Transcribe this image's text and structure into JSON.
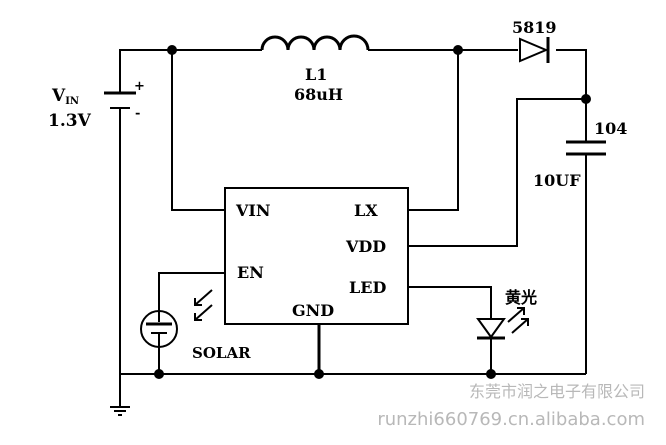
{
  "source": {
    "name": "V",
    "subscript": "IN",
    "voltage": "1.3V",
    "plus": "+",
    "minus": "-"
  },
  "inductor": {
    "ref": "L1",
    "value": "68uH"
  },
  "diode": {
    "ref": "5819"
  },
  "capacitor": {
    "code": "104",
    "value": "10UF"
  },
  "ic": {
    "pins": {
      "vin": "VIN",
      "lx": "LX",
      "en": "EN",
      "vdd": "VDD",
      "led": "LED",
      "gnd": "GND"
    }
  },
  "solar": {
    "label": "SOLAR"
  },
  "led": {
    "label": "黄光"
  },
  "watermark": {
    "company": "东莞市润之电子有限公司",
    "site": "runzhi660769.cn.alibaba.com"
  }
}
